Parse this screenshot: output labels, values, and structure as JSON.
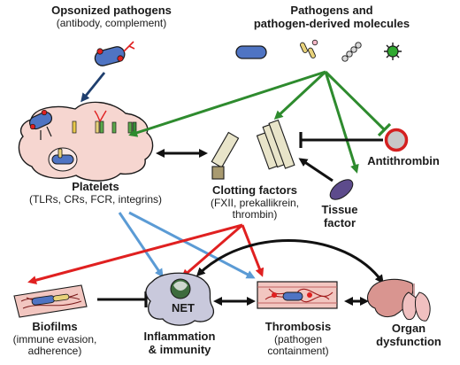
{
  "colors": {
    "green": "#2e8b2e",
    "red": "#e02020",
    "blue": "#5b9bd5",
    "navy": "#1f3f6e",
    "black": "#111111",
    "platelet_fill": "#f6d6d0",
    "pathogen_blue": "#4f74c3",
    "factor_fill": "#e8e4c9",
    "vessel_fill": "#f2c6c0",
    "antithrombin_ring": "#d42020",
    "tissue_factor": "#5d4b8c"
  },
  "icons": {
    "bacterium": "rod-bacterium-icon",
    "small_pathogens": "small-bacteria-icon",
    "chain": "streptococcus-chain-icon",
    "virus": "spiky-virus-icon",
    "antibody": "antibody-y-icon",
    "organs": "liver-lung-icon"
  },
  "labels": {
    "opsonized_title": "Opsonized pathogens",
    "opsonized_sub": "(antibody, complement)",
    "pathogens_title_1": "Pathogens and",
    "pathogens_title_2": "pathogen-derived molecules",
    "antithrombin": "Antithrombin",
    "platelets_title": "Platelets",
    "platelets_sub": "(TLRs, CRs, FCR, integrins)",
    "clotting_title": "Clotting factors",
    "clotting_sub_1": "(FXII, prekallikrein,",
    "clotting_sub_2": "thrombin)",
    "tissue_factor_1": "Tissue",
    "tissue_factor_2": "factor",
    "net": "NET",
    "biofilms_title": "Biofilms",
    "biofilms_sub_1": "(immune evasion,",
    "biofilms_sub_2": "adherence)",
    "inflammation_1": "Inflammation",
    "inflammation_2": "& immunity",
    "thrombosis_title": "Thrombosis",
    "thrombosis_sub_1": "(pathogen",
    "thrombosis_sub_2": "containment)",
    "organ_1": "Organ",
    "organ_2": "dysfunction"
  }
}
